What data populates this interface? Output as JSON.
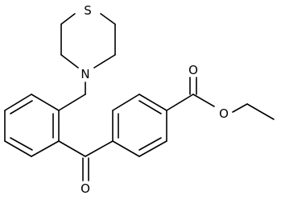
{
  "molecule": {
    "atoms": [
      {
        "id": "S1",
        "label": "S"
      },
      {
        "id": "N1",
        "label": "N"
      },
      {
        "id": "O1",
        "label": "O"
      },
      {
        "id": "O2",
        "label": "O"
      },
      {
        "id": "O3",
        "label": "O"
      }
    ]
  },
  "colors": {
    "bond": "#000000",
    "label": "#000000",
    "background": "#ffffff"
  }
}
